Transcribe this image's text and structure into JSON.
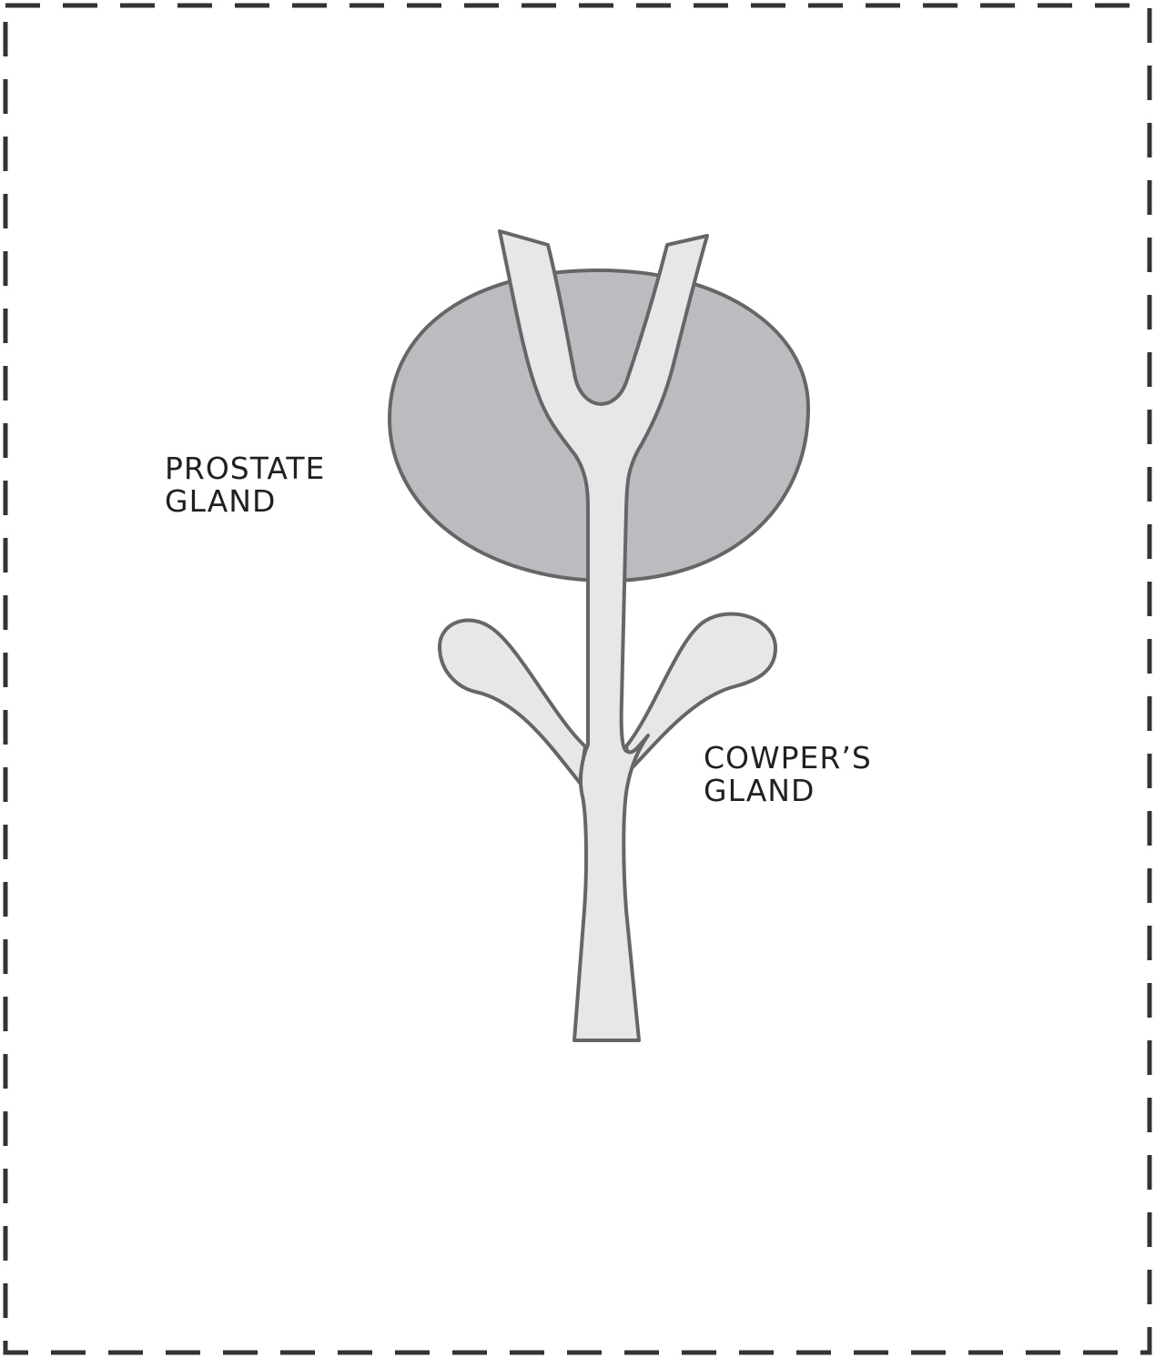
{
  "labels": {
    "prostate_line1": "PROSTATE",
    "prostate_line2": "GLAND",
    "cowpers_line1": "COWPER’S",
    "cowpers_line2": "GLAND"
  },
  "colors": {
    "outline": "#666666",
    "border": "#333333",
    "prostate_fill": "#bbbcbf",
    "duct_fill": "#e6e7e8",
    "text": "#231f20"
  }
}
